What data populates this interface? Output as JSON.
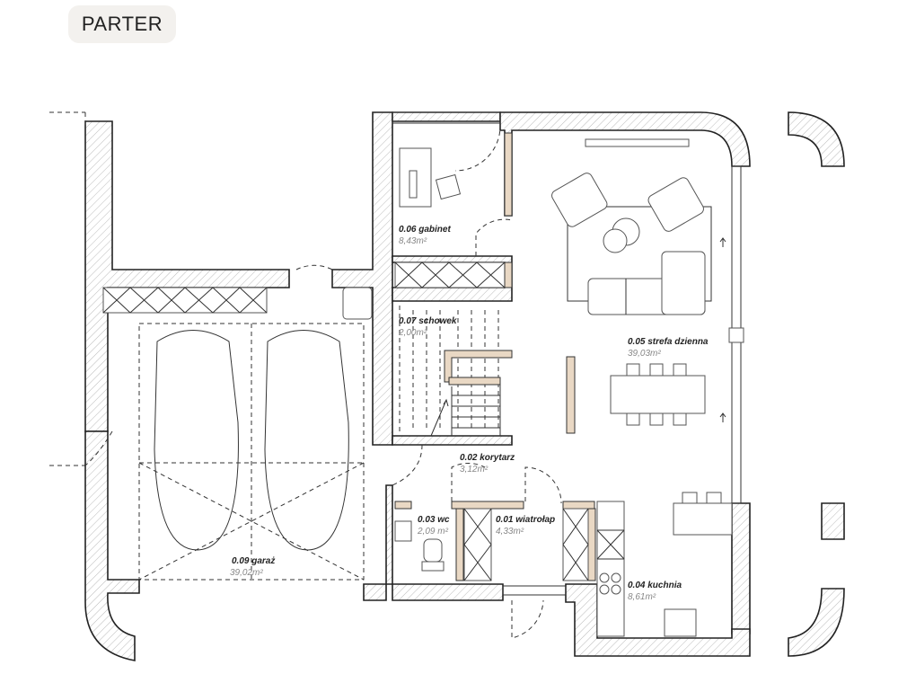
{
  "header": {
    "floor_label": "PARTER"
  },
  "rooms": [
    {
      "name": "0.01 wiatrołap",
      "area": "4,33m²"
    },
    {
      "name": "0.02 korytarz",
      "area": "3,12m²"
    },
    {
      "name": "0.03 wc",
      "area": "2,09 m²"
    },
    {
      "name": "0.04 kuchnia",
      "area": "8,61m²"
    },
    {
      "name": "0.05 strefa dzienna",
      "area": "39,03m²"
    },
    {
      "name": "0.06 gabinet",
      "area": "8,43m²"
    },
    {
      "name": "0.07 schowek",
      "area": "2,00m²"
    },
    {
      "name": "0.09 garaż",
      "area": "39,02m²"
    }
  ],
  "colors": {
    "wall_hatch": "#bbbbbb",
    "wood": "#e9d8c4",
    "pill": "#f3f1ee"
  }
}
